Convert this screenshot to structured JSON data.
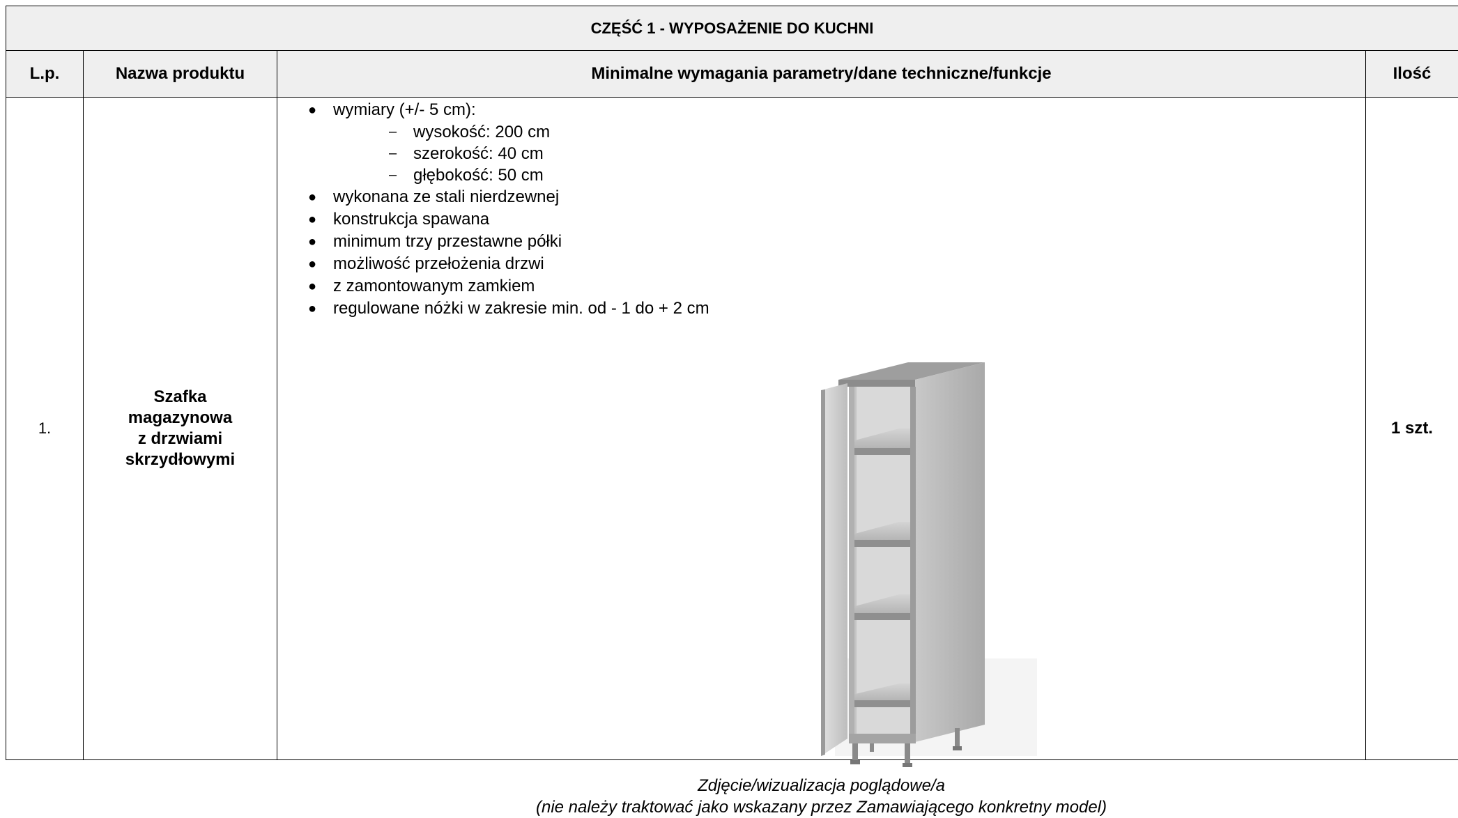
{
  "section": {
    "title": "CZĘŚĆ 1 - WYPOSAŻENIE DO KUCHNI"
  },
  "headers": {
    "lp": "L.p.",
    "name": "Nazwa produktu",
    "requirements": "Minimalne wymagania parametry/dane techniczne/funkcje",
    "qty": "Ilość"
  },
  "row": {
    "lp": "1.",
    "name_lines": [
      "Szafka",
      "magazynowa",
      "z drzwiami",
      "skrzydłowymi"
    ],
    "qty": "1 szt.",
    "dimensions_label": "wymiary (+/- 5 cm):",
    "dimensions": [
      "wysokość: 200 cm",
      "szerokość: 40 cm",
      "głębokość: 50 cm"
    ],
    "features": [
      "wykonana ze stali nierdzewnej",
      "konstrukcja spawana",
      "minimum trzy przestawne półki",
      "możliwość przełożenia drzwi",
      "z zamontowanym zamkiem",
      "regulowane nóżki w zakresie min. od - 1 do + 2 cm"
    ],
    "caption_line1": "Zdjęcie/wizualizacja poglądowe/a",
    "caption_line2": "(nie należy traktować jako wskazany przez Zamawiającego konkretny model)"
  }
}
